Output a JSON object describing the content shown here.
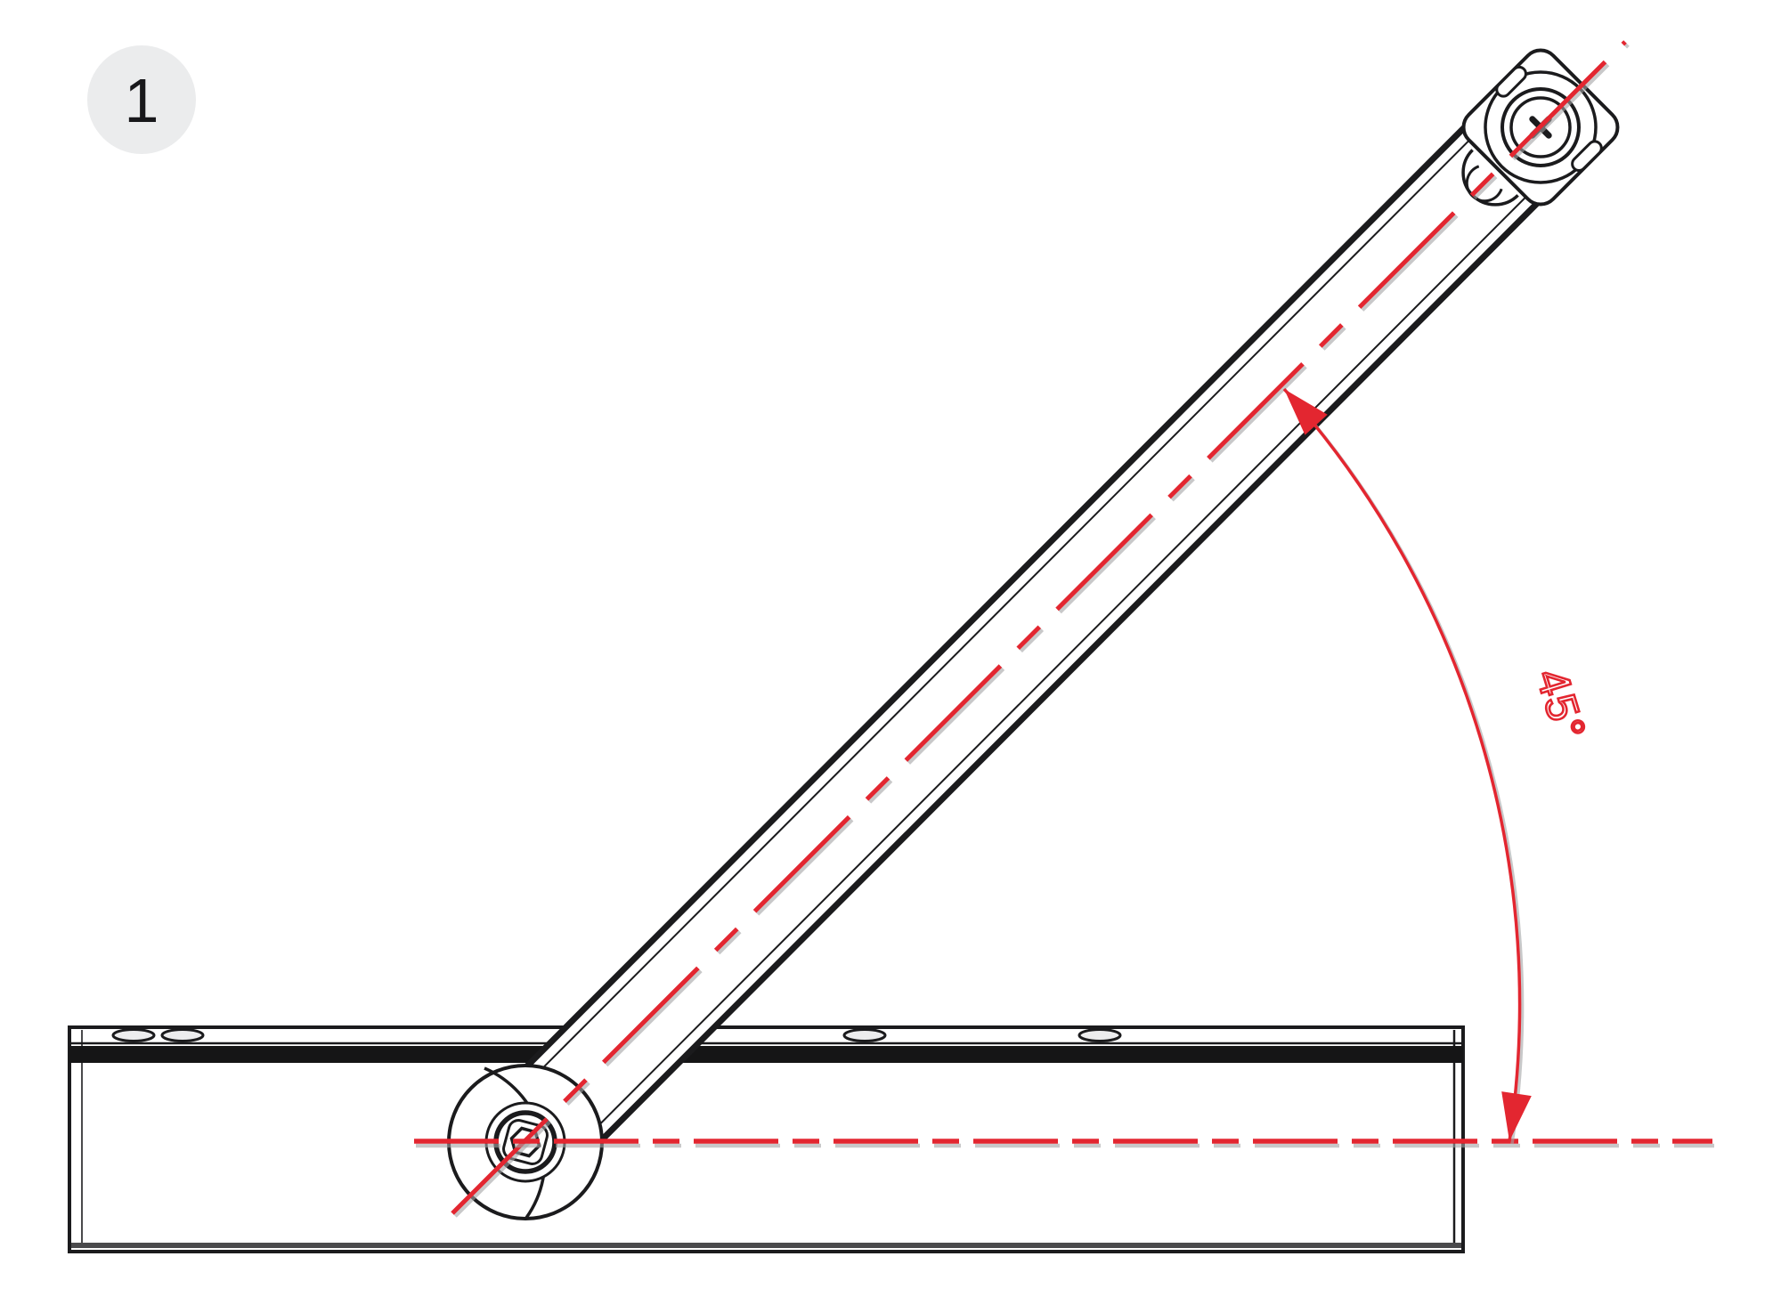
{
  "step_badge": {
    "number": "1"
  },
  "dimension": {
    "angle_label": "45°",
    "angle_deg": 45
  },
  "colors": {
    "accent_red": "#e32630",
    "line_black": "#1b1b1d",
    "bar_black": "#151516",
    "badge_bg": "#ebeced",
    "badge_text": "#18181b",
    "shadow_gray": "#a3a3a5"
  }
}
